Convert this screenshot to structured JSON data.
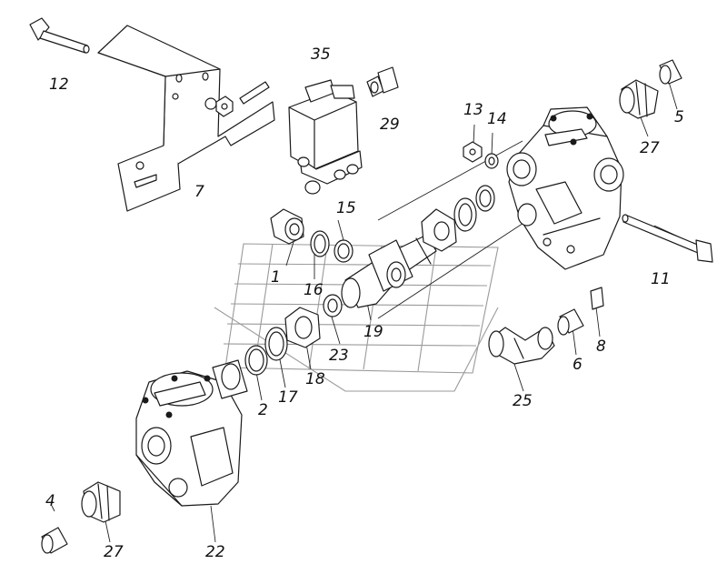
{
  "labels": {
    "p12": "12",
    "p35": "35",
    "p29": "29",
    "p13": "13",
    "p14": "14",
    "p5": "5",
    "p27a": "27",
    "p7": "7",
    "p15": "15",
    "p1": "1",
    "p16": "16",
    "p11": "11",
    "p19": "19",
    "p23": "23",
    "p8": "8",
    "p6": "6",
    "p18": "18",
    "p17": "17",
    "p2": "2",
    "p25": "25",
    "p4": "4",
    "p27b": "27",
    "p22": "22"
  },
  "colors": {
    "line": "#1a1a1a",
    "background": "#ffffff",
    "watermark": "#9a9a9a"
  }
}
